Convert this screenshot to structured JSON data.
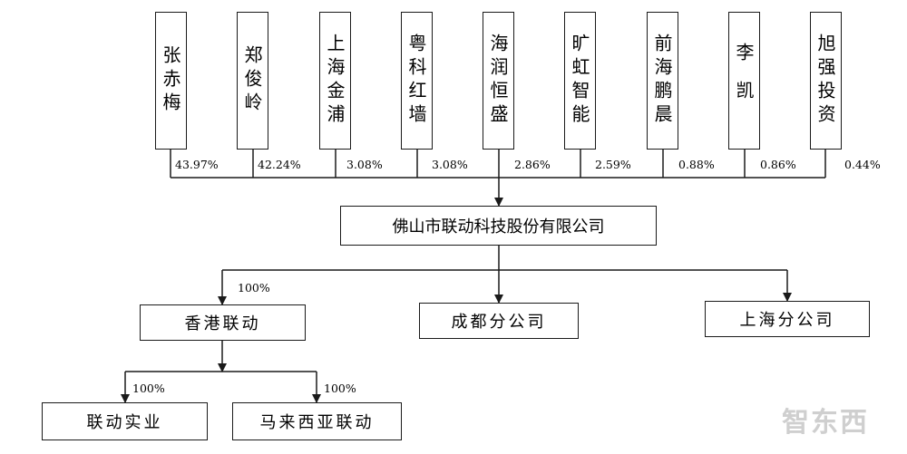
{
  "shareholders": [
    {
      "name": "张赤梅",
      "pct": "43.97%"
    },
    {
      "name": "郑俊岭",
      "pct": "42.24%"
    },
    {
      "name": "上海金浦",
      "pct": "3.08%"
    },
    {
      "name": "粤科红墙",
      "pct": "3.08%"
    },
    {
      "name": "海润恒盛",
      "pct": "2.86%"
    },
    {
      "name": "旷虹智能",
      "pct": "2.59%"
    },
    {
      "name": "前海鹏晨",
      "pct": "0.88%"
    },
    {
      "name": "李凯",
      "pct": "0.86%"
    },
    {
      "name": "旭强投资",
      "pct": "0.44%"
    }
  ],
  "company": {
    "name": "佛山市联动科技股份有限公司"
  },
  "subsidiaries": {
    "hk": {
      "name": "香港联动",
      "pct": "100%"
    },
    "chengdu": {
      "name": "成都分公司"
    },
    "shanghai": {
      "name": "上海分公司"
    }
  },
  "hk_subsidiaries": {
    "industrial": {
      "name": "联动实业",
      "pct": "100%"
    },
    "malaysia": {
      "name": "马来西亚联动",
      "pct": "100%"
    }
  },
  "watermark": {
    "text": "智东西"
  }
}
